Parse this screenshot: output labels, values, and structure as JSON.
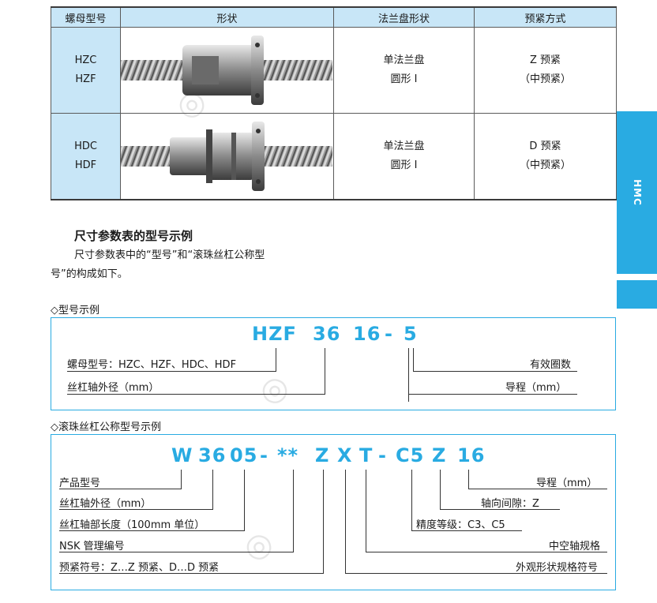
{
  "table": {
    "headers": [
      "螺母型号",
      "形状",
      "法兰盘形状",
      "预紧方式"
    ],
    "rows": [
      {
        "models": [
          "HZC",
          "HZF"
        ],
        "flange": [
          "单法兰盘",
          "圆形 I"
        ],
        "preload": [
          "Z 预紧",
          "（中预紧）"
        ]
      },
      {
        "models": [
          "HDC",
          "HDF"
        ],
        "flange": [
          "单法兰盘",
          "圆形 I"
        ],
        "preload": [
          "D 预紧",
          "（中预紧）"
        ]
      }
    ]
  },
  "side_tab": {
    "label": "HMC",
    "color": "#29abe2"
  },
  "intro": {
    "heading": "尺寸参数表的型号示例",
    "line1": "尺寸参数表中的“型号”和“滚珠丝杠公称型",
    "line2": "号”的构成如下。"
  },
  "example1": {
    "title": "◇型号示例",
    "code": [
      "HZF",
      "36",
      "16",
      "-",
      "5"
    ],
    "labels": {
      "nut_type": "螺母型号：HZC、HZF、HDC、HDF",
      "shaft_diameter": "丝杠轴外径（mm）",
      "turns": "有效圈数",
      "lead": "导程（mm）"
    }
  },
  "example2": {
    "title": "◇滚珠丝杠公称型号示例",
    "code": [
      "W",
      "36",
      "05",
      "-",
      "**",
      "Z",
      "X",
      "T",
      "-",
      "C5",
      "Z",
      "16"
    ],
    "labels": {
      "product": "产品型号",
      "shaft_diameter": "丝杠轴外径（mm）",
      "thread_length": "丝杠轴部长度（100mm 单位）",
      "nsk_number": "NSK 管理编号",
      "preload": "预紧符号：Z…Z 预紧、D…D 预紧",
      "lead": "导程（mm）",
      "axial_play": "轴向间隙：Z",
      "accuracy": "精度等级：C3、C5",
      "hollow_shaft": "中空轴规格",
      "appearance": "外观形状规格符号"
    }
  },
  "colors": {
    "accent": "#29abe2",
    "header_bg": "#c8e6f7"
  }
}
